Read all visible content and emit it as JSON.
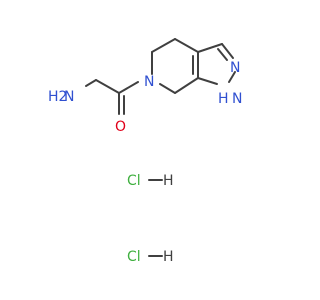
{
  "molecule": {
    "atoms": {
      "amine_n": "N",
      "amine_h2": "H2",
      "carbonyl_o": "O",
      "ring_n": "N",
      "pyrazole_n2": "N",
      "pyrazole_n1": "N",
      "pyrazole_h": "H"
    }
  },
  "salts": [
    {
      "cl": "Cl",
      "h": "H"
    },
    {
      "cl": "Cl",
      "h": "H"
    }
  ],
  "colors": {
    "bond": "#404040",
    "nitrogen": "#3050d0",
    "oxygen": "#e0001a",
    "chlorine": "#40b040"
  }
}
